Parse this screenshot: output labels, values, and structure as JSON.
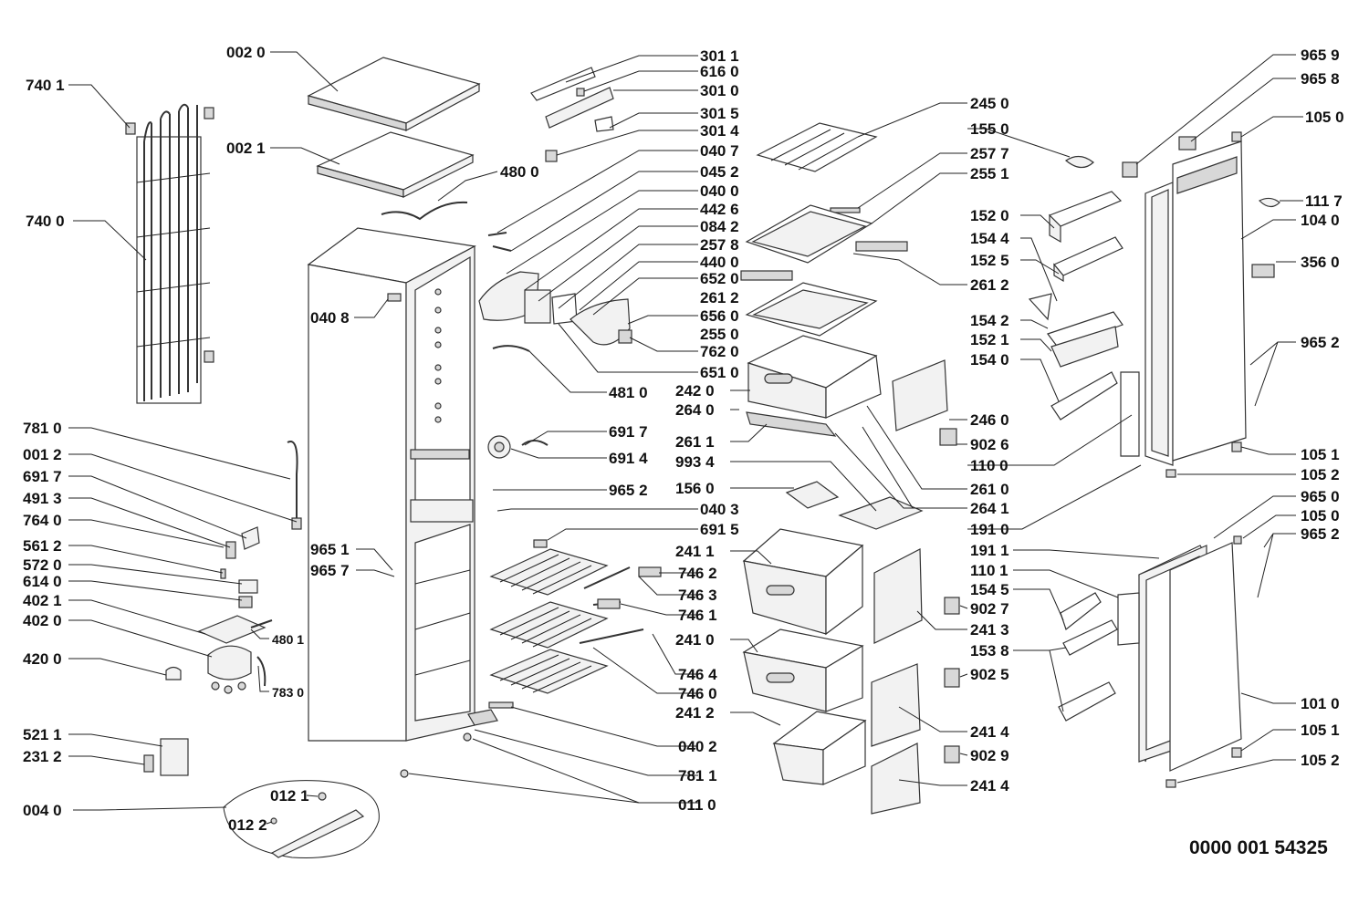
{
  "document_number": "0000 001 54325",
  "callouts": {
    "c0020": "002 0",
    "c0021": "002 1",
    "c4800": "480 0",
    "c7401": "740 1",
    "c7400": "740 0",
    "c0408": "040 8",
    "c3011": "301 1",
    "c6160": "616 0",
    "c3010": "301 0",
    "c3015": "301 5",
    "c3014": "301 4",
    "c0407": "040 7",
    "c0452": "045 2",
    "c0400": "040 0",
    "c4426": "442 6",
    "c0842": "084 2",
    "c2578": "257 8",
    "c4400": "440 0",
    "c6520": "652 0",
    "c2612": "261 2",
    "c6560": "656 0",
    "c2550": "255 0",
    "c7620": "762 0",
    "c6510": "651 0",
    "c4810": "481 0",
    "c2420": "242 0",
    "c2640": "264 0",
    "c6917a": "691 7",
    "c6914": "691 4",
    "c2611": "261 1",
    "c9934": "993 4",
    "c9652a": "965 2",
    "c1560": "156 0",
    "c0403": "040 3",
    "c6915": "691 5",
    "c9651": "965 1",
    "c9657": "965 7",
    "c2411": "241 1",
    "c7462": "746 2",
    "c7463": "746 3",
    "c7461": "746 1",
    "c2410": "241 0",
    "c7464": "746 4",
    "c7460": "746 0",
    "c2412": "241 2",
    "c0402": "040 2",
    "c7811": "781 1",
    "c0110": "011 0",
    "c2450": "245 0",
    "c1550": "155 0",
    "c2577": "257 7",
    "c2551": "255 1",
    "c1520": "152 0",
    "c1544": "154 4",
    "c1525": "152 5",
    "c2612b": "261 2",
    "c1542": "154 2",
    "c1521": "152 1",
    "c1540": "154 0",
    "c2460": "246 0",
    "c9026": "902 6",
    "c1100": "110 0",
    "c2610": "261 0",
    "c2641": "264 1",
    "c1910": "191 0",
    "c1911": "191 1",
    "c1101": "110 1",
    "c1545": "154 5",
    "c9027": "902 7",
    "c2413": "241 3",
    "c1538": "153 8",
    "c9025": "902 5",
    "c2414a": "241 4",
    "c9029": "902 9",
    "c2414b": "241 4",
    "c9659": "965 9",
    "c9658": "965 8",
    "c1050": "105 0",
    "c1117": "111 7",
    "c1040": "104 0",
    "c3560": "356 0",
    "c9652b": "965 2",
    "c1051": "105 1",
    "c1052": "105 2",
    "c9650": "965 0",
    "c1050b": "105 0",
    "c9652c": "965 2",
    "c1010": "101 0",
    "c1051b": "105 1",
    "c1052b": "105 2",
    "c7810": "781 0",
    "c0012": "001 2",
    "c6917b": "691 7",
    "c4913": "491 3",
    "c7640": "764 0",
    "c5612": "561 2",
    "c5720": "572 0",
    "c6140": "614 0",
    "c4021": "402 1",
    "c4020": "402 0",
    "c4801": "480 1",
    "c4200": "420 0",
    "c7830": "783 0",
    "c5211": "521 1",
    "c2312": "231 2",
    "c0121": "012 1",
    "c0040": "004 0",
    "c0122": "012 2"
  }
}
